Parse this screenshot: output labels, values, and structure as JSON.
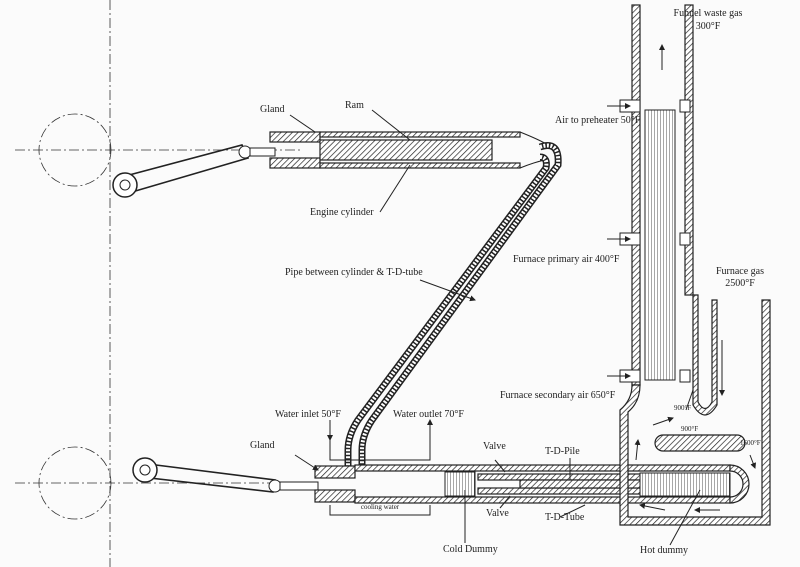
{
  "title": "T-D engine and furnace arrangement",
  "labels": {
    "funnel_waste_gas": "Funnel waste gas",
    "funnel_temp": "300°F",
    "gland_top": "Gland",
    "ram": "Ram",
    "air_to_preheater": "Air to preheater 50°F",
    "engine_cylinder": "Engine cylinder",
    "furnace_primary_air": "Furnace primary air 400°F",
    "pipe": "Pipe between cylinder & T-D-tube",
    "furnace_gas": "Furnace gas",
    "furnace_gas_temp": "2500°F",
    "furnace_secondary_air": "Furnace secondary air 650°F",
    "temp_900_a": "900°F",
    "temp_900_b": "900°F",
    "temp_1600": "1600°F",
    "water_inlet": "Water inlet 50°F",
    "water_outlet": "Water outlet 70°F",
    "gland_bottom": "Gland",
    "valve_top": "Valve",
    "td_pile": "T-D-Pile",
    "cooling_water": "cooling water",
    "valve_bottom": "Valve",
    "td_tube": "T-D-Tube",
    "cold_dummy": "Cold Dummy",
    "hot_dummy": "Hot dummy"
  }
}
